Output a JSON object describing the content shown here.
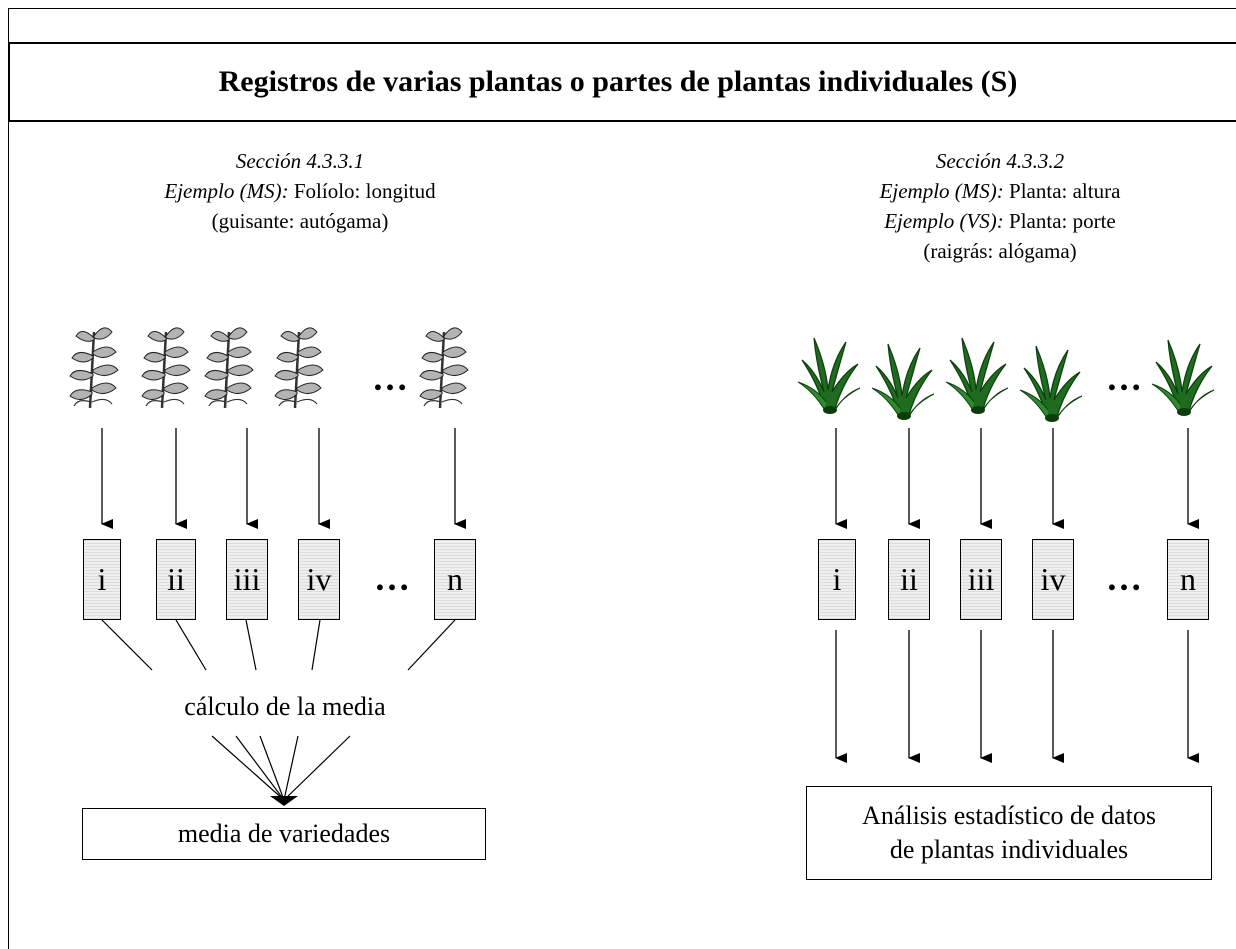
{
  "title": "Registros de varias plantas o partes de plantas individuales (S)",
  "left": {
    "section": "Sección 4.3.3.1",
    "example_prefix": "Ejemplo (MS):",
    "example_text": " Folíolo:  longitud",
    "species": "(guisante:  autógama)",
    "boxes": [
      "i",
      "ii",
      "iii",
      "iv",
      "n"
    ],
    "ellipsis": "…",
    "plant_ellipsis": "…",
    "calc_label": "cálculo de la media",
    "result_label": "media de variedades"
  },
  "right": {
    "section": "Sección 4.3.3.2",
    "example1_prefix": "Ejemplo (MS):",
    "example1_text": " Planta:  altura",
    "example2_prefix": "Ejemplo (VS):",
    "example2_text": " Planta:  porte",
    "species": "(raigrás:  alógama)",
    "boxes": [
      "i",
      "ii",
      "iii",
      "iv",
      "n"
    ],
    "ellipsis": "…",
    "plant_ellipsis": "…",
    "result_label_line1": "Análisis estadístico de datos",
    "result_label_line2": "de plantas individuales"
  },
  "colors": {
    "leaf_fill": "#b3b3b3",
    "grass_fill": "#1f6b1f",
    "grass_dark": "#0d3d0d",
    "box_fill": "#e9e9e9"
  },
  "icons": {
    "left_plants": "pea-plant-icon",
    "right_plants": "grass-tuft-icon"
  }
}
